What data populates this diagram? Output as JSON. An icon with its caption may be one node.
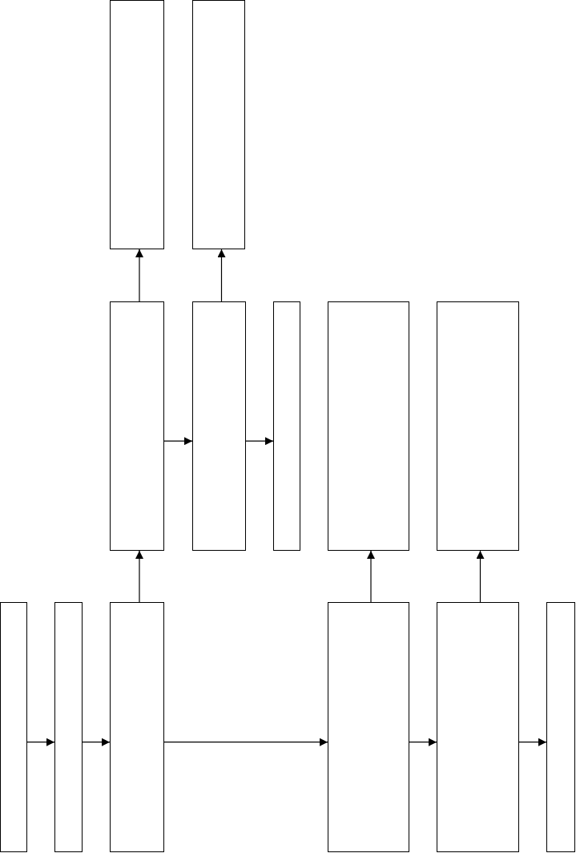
{
  "diagram": {
    "nodes": [
      {
        "text": [],
        "shape": "box"
      },
      {
        "text": [],
        "shape": "box"
      },
      {
        "text": [],
        "shape": "box"
      },
      {
        "text": [],
        "shape": "box"
      },
      {
        "text": [],
        "shape": "box"
      },
      {
        "text": [],
        "shape": "box"
      },
      {
        "text": [],
        "shape": "box"
      },
      {
        "text": [],
        "shape": "box"
      },
      {
        "text": [],
        "shape": "box"
      },
      {
        "text": [],
        "shape": "box"
      },
      {
        "text": [],
        "shape": "box"
      },
      {
        "text": [],
        "shape": "box"
      },
      {
        "text": [],
        "shape": "box"
      }
    ],
    "edges": [
      {
        "from": 2,
        "to": 0,
        "arrow": "to"
      },
      {
        "from": 3,
        "to": 1,
        "arrow": "to"
      },
      {
        "from": 2,
        "to": 3,
        "arrow": "to"
      },
      {
        "from": 3,
        "to": 4,
        "arrow": "to"
      },
      {
        "from": 9,
        "to": 2,
        "arrow": "to"
      },
      {
        "from": 10,
        "to": 5,
        "arrow": "to"
      },
      {
        "from": 11,
        "to": 6,
        "arrow": "to"
      },
      {
        "from": 7,
        "to": 8,
        "arrow": "to"
      },
      {
        "from": 8,
        "to": 9,
        "arrow": "to"
      },
      {
        "from": 9,
        "to": 10,
        "arrow": "to"
      },
      {
        "from": 10,
        "to": 11,
        "arrow": "to"
      },
      {
        "from": 11,
        "to": 12,
        "arrow": "to"
      }
    ]
  }
}
